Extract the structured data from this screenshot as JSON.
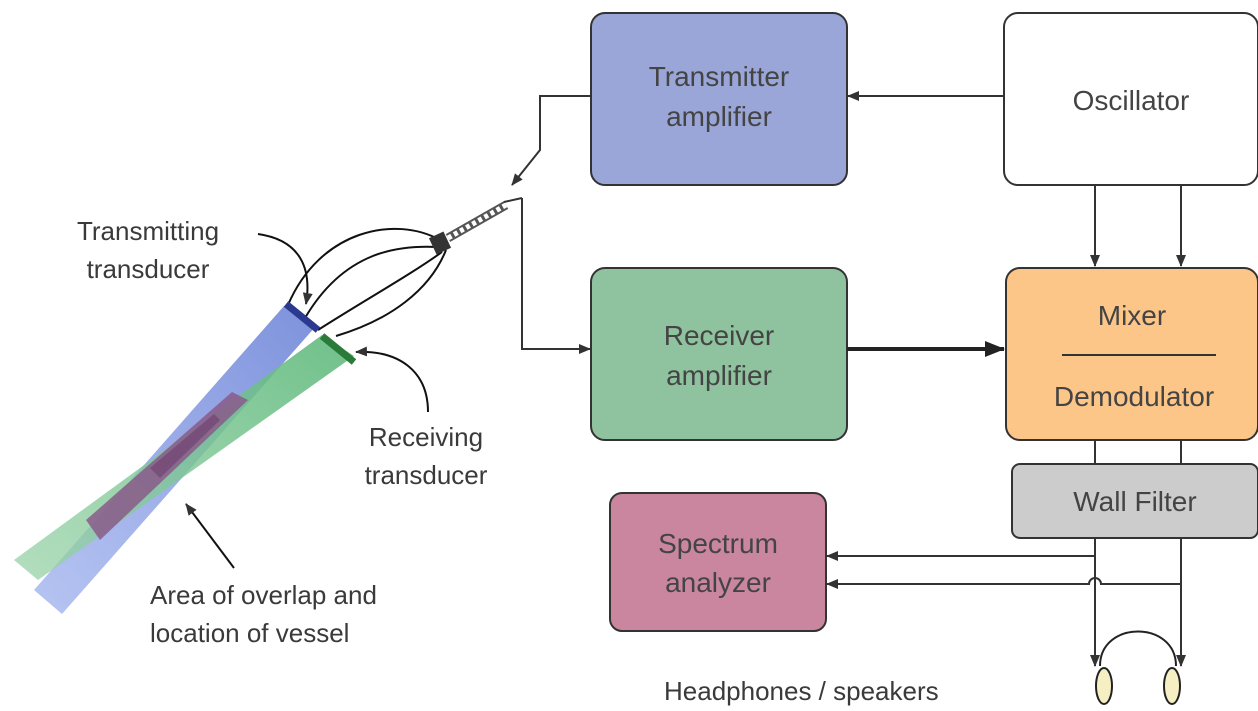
{
  "blocks": {
    "transmitter_amplifier": {
      "line1": "Transmitter",
      "line2": "amplifier",
      "color": "#9aa6d8"
    },
    "oscillator": {
      "label": "Oscillator",
      "color": "#ffffff"
    },
    "receiver_amplifier": {
      "line1": "Receiver",
      "line2": "amplifier",
      "color": "#8fc39f"
    },
    "mixer_demodulator": {
      "line1": "Mixer",
      "line2": "Demodulator",
      "color": "#fdc689"
    },
    "wall_filter": {
      "label": "Wall Filter",
      "color": "#cccccc"
    },
    "spectrum_analyzer": {
      "line1": "Spectrum",
      "line2": "analyzer",
      "color": "#c9869e"
    }
  },
  "labels": {
    "transmitting_transducer": {
      "line1": "Transmitting",
      "line2": "transducer"
    },
    "receiving_transducer": {
      "line1": "Receiving",
      "line2": "transducer"
    },
    "overlap": {
      "line1": "Area of overlap and",
      "line2": "location of vessel"
    },
    "headphones": "Headphones / speakers"
  },
  "icons": {
    "headphones": "headphones-icon",
    "probe": "doppler-probe-icon"
  },
  "colors": {
    "transmit_beam": "#7b8fd8",
    "receive_beam": "#6fbf8a",
    "overlap_region": "#8a5a8a",
    "transmit_crystal": "#2b3a8f",
    "receive_crystal": "#2a7a3a",
    "earcup": "#f7efc4"
  }
}
